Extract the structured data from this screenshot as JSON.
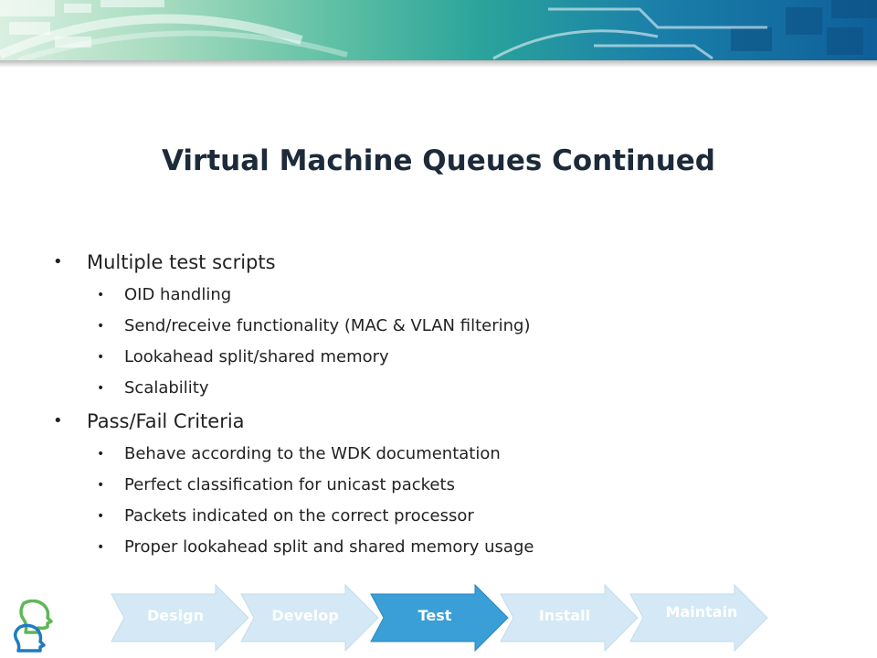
{
  "slide": {
    "title": "Virtual Machine Queues Continued"
  },
  "bullets": {
    "item1": "Multiple test scripts",
    "item1_sub1": "OID handling",
    "item1_sub2": "Send/receive functionality (MAC & VLAN filtering)",
    "item1_sub3": "Lookahead split/shared memory",
    "item1_sub4": "Scalability",
    "item2": "Pass/Fail Criteria",
    "item2_sub1": "Behave according to the WDK documentation",
    "item2_sub2": "Perfect classification for unicast packets",
    "item2_sub3": "Packets indicated on the correct processor",
    "item2_sub4": "Proper lookahead split and shared memory usage"
  },
  "process": {
    "steps": [
      "Design",
      "Develop",
      "Test",
      "Install",
      "Maintain"
    ],
    "active_step": "Test"
  },
  "colors": {
    "title": "#1d2a3a",
    "arrow_inactive": "#d4e9f5",
    "arrow_active": "#3a9fd6",
    "logo_green": "#5db857",
    "logo_blue": "#1f7cc0"
  },
  "icons": {
    "logo": "two-heads-logo-icon"
  }
}
